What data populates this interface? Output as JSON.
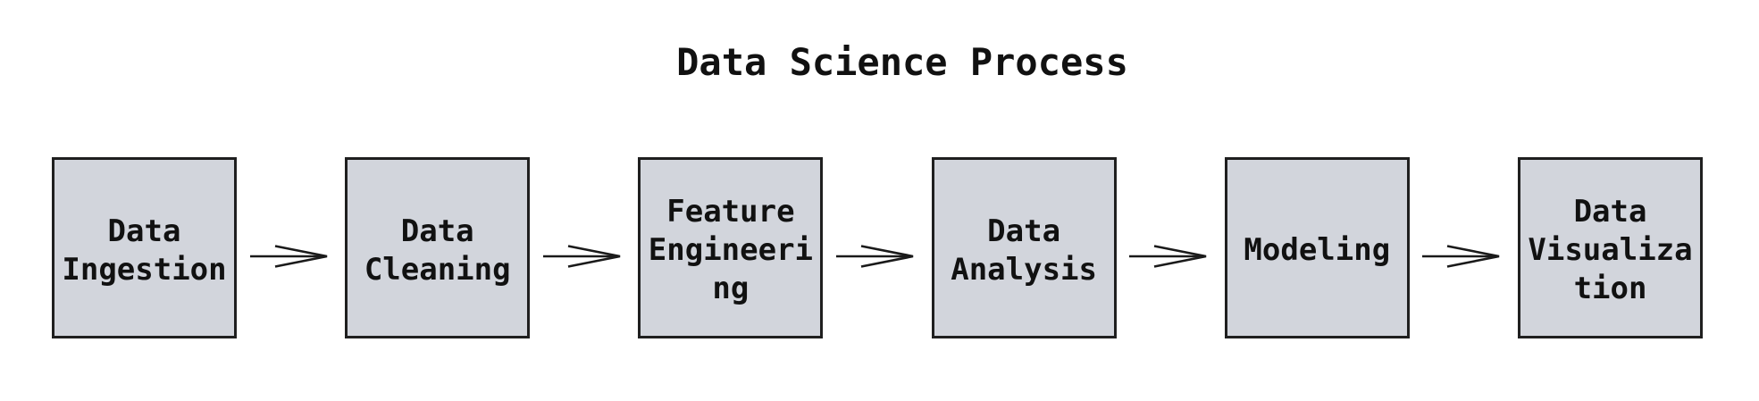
{
  "title": "Data Science Process",
  "flowchart": {
    "connector": "arrow-right",
    "steps": [
      {
        "label": "Data\nIngestion"
      },
      {
        "label": "Data\nCleaning"
      },
      {
        "label": "Feature\nEngineeri\nng"
      },
      {
        "label": "Data\nAnalysis"
      },
      {
        "label": "Modeling"
      },
      {
        "label": "Data\nVisualiza\ntion"
      }
    ]
  },
  "colors": {
    "background": "#ffffff",
    "box_fill": "#d2d5dc",
    "box_border": "#1f1f1f",
    "text": "#111111",
    "arrow": "#1a1a1a"
  }
}
